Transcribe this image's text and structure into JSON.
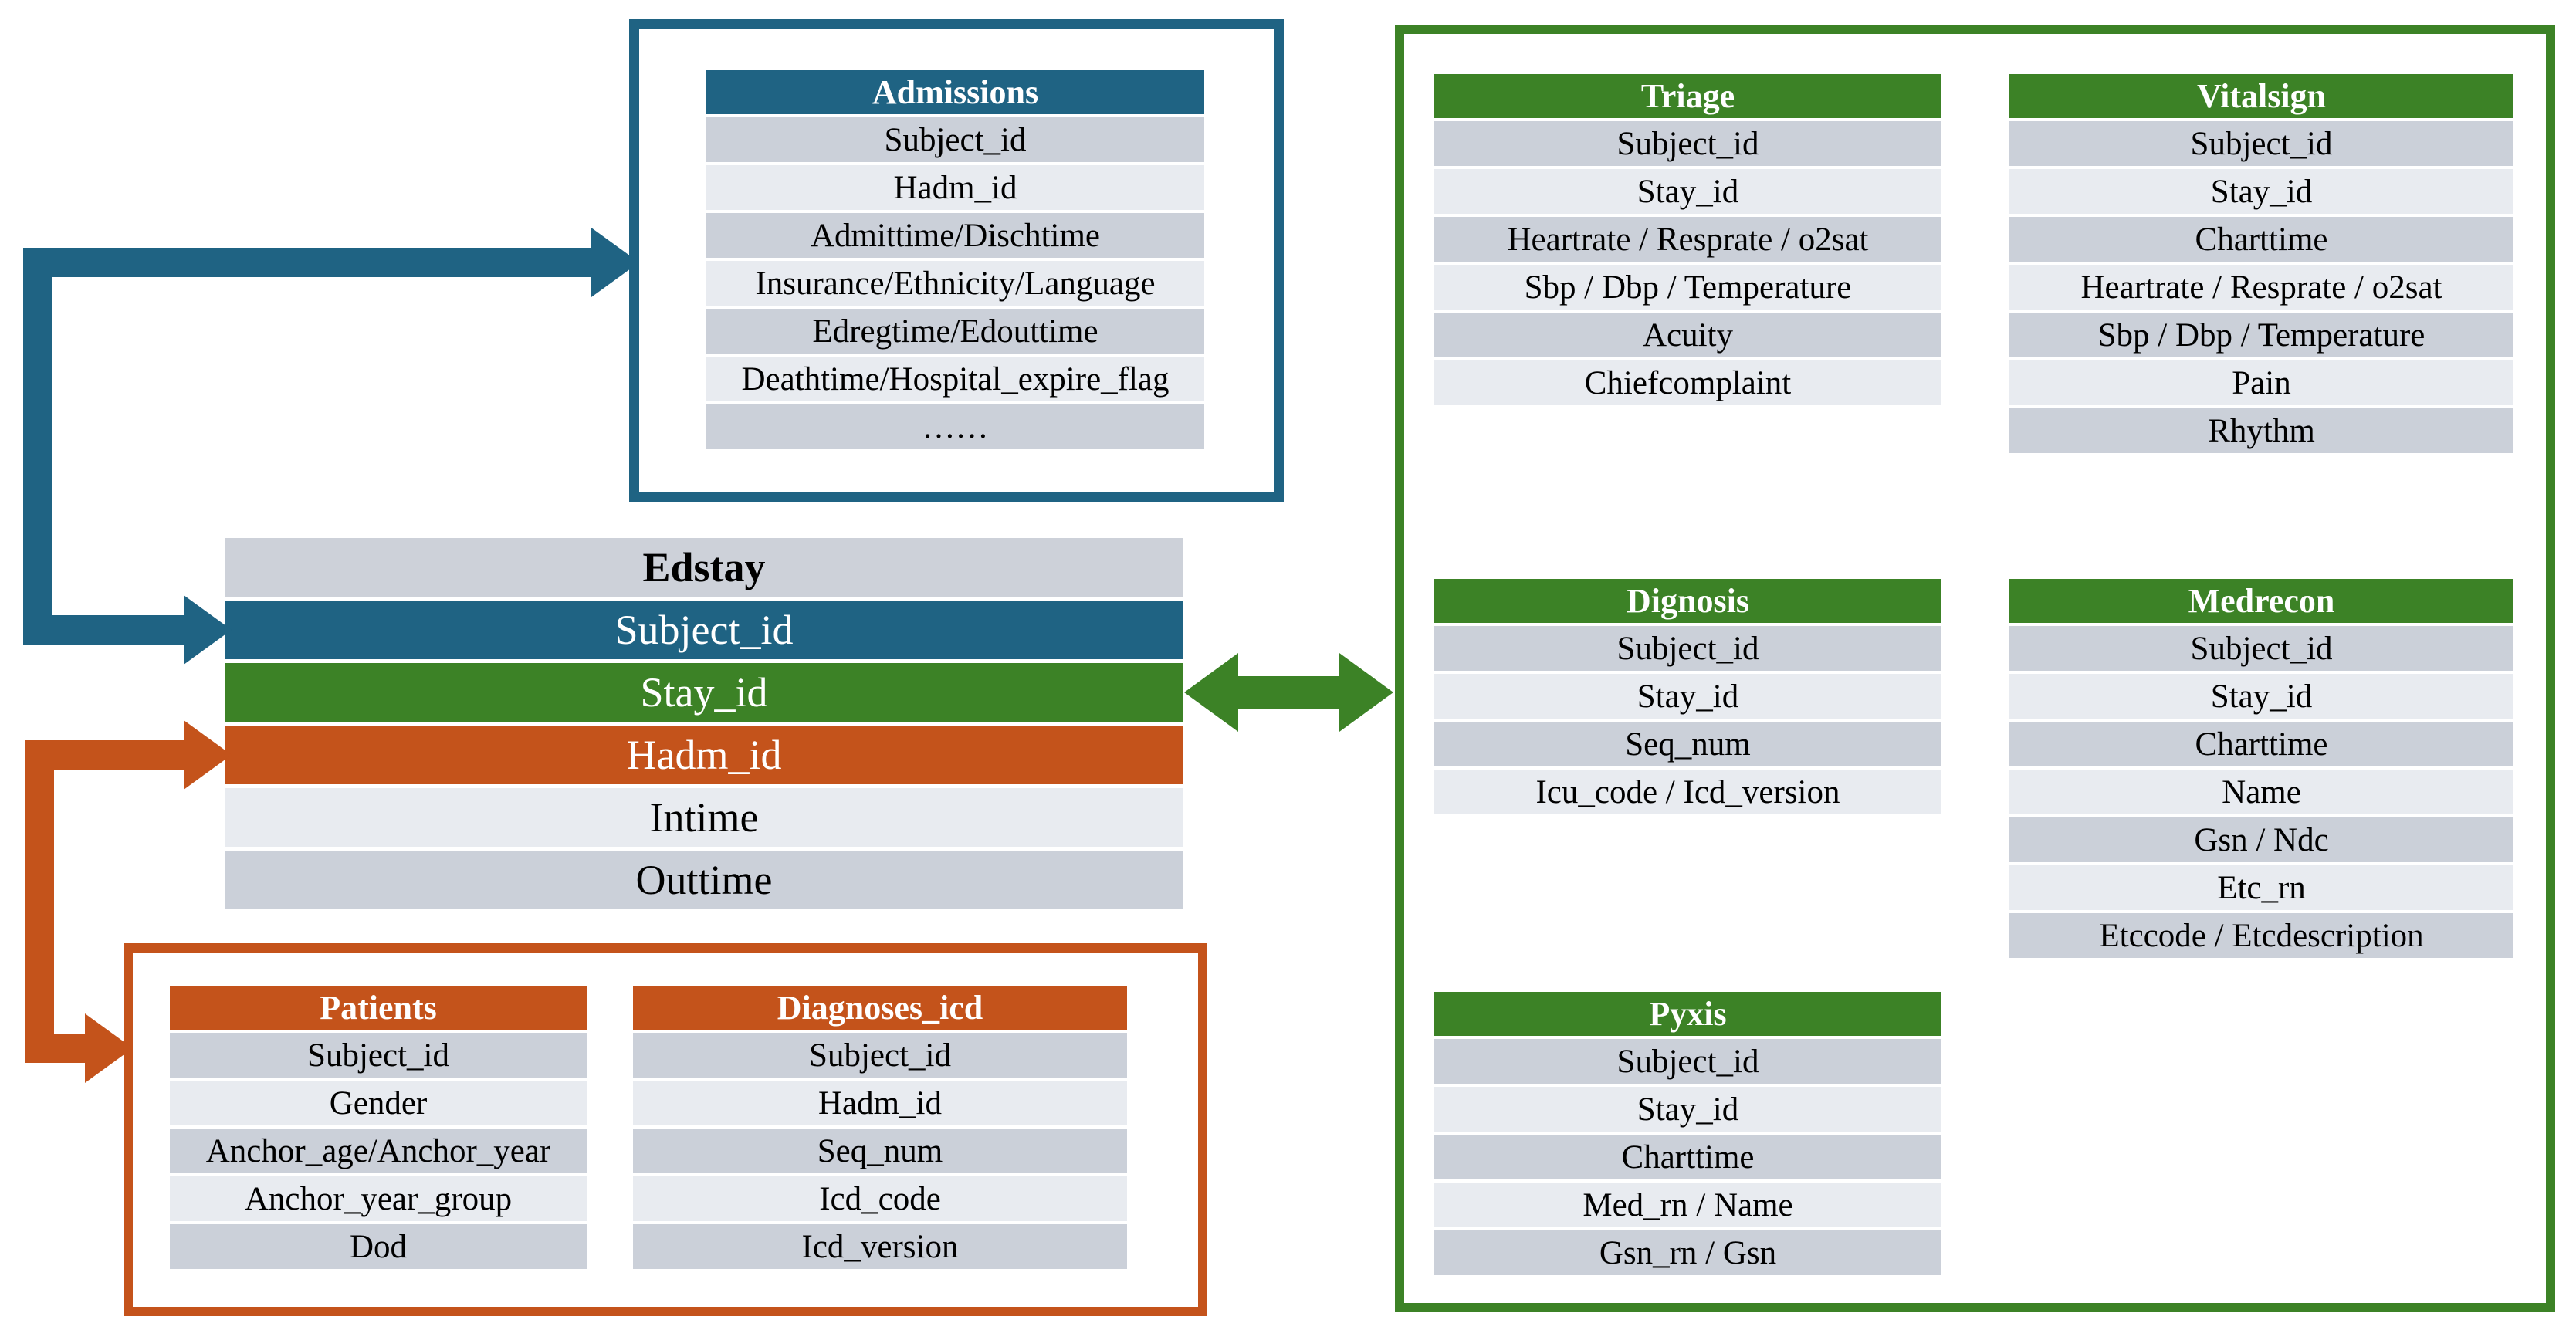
{
  "diagram": {
    "description_colors": {
      "blue_accent": "#1F6383",
      "green_accent": "#3C8226",
      "orange_accent": "#C4531B",
      "row_dark_gray": "#CBD0D9",
      "row_light_gray": "#E8EBF0",
      "edstay_header_gray": "#CDD1D9"
    }
  },
  "tables": {
    "admissions": {
      "title": "Admissions",
      "rows": [
        "Subject_id",
        "Hadm_id",
        "Admittime/Dischtime",
        "Insurance/Ethnicity/Language",
        "Edregtime/Edouttime",
        "Deathtime/Hospital_expire_flag",
        "……"
      ]
    },
    "edstay": {
      "title": "Edstay",
      "rows": [
        "Subject_id",
        "Stay_id",
        "Hadm_id",
        "Intime",
        "Outtime"
      ]
    },
    "patients": {
      "title": "Patients",
      "rows": [
        "Subject_id",
        "Gender",
        "Anchor_age/Anchor_year",
        "Anchor_year_group",
        "Dod"
      ]
    },
    "diagnoses_icd": {
      "title": "Diagnoses_icd",
      "rows": [
        "Subject_id",
        "Hadm_id",
        "Seq_num",
        "Icd_code",
        "Icd_version"
      ]
    },
    "triage": {
      "title": "Triage",
      "rows": [
        "Subject_id",
        "Stay_id",
        "Heartrate / Resprate / o2sat",
        "Sbp / Dbp / Temperature",
        "Acuity",
        "Chiefcomplaint"
      ]
    },
    "vitalsign": {
      "title": "Vitalsign",
      "rows": [
        "Subject_id",
        "Stay_id",
        "Charttime",
        "Heartrate / Resprate / o2sat",
        "Sbp / Dbp / Temperature",
        "Pain",
        "Rhythm"
      ]
    },
    "dignosis": {
      "title": "Dignosis",
      "rows": [
        "Subject_id",
        "Stay_id",
        "Seq_num",
        "Icu_code / Icd_version"
      ]
    },
    "medrecon": {
      "title": "Medrecon",
      "rows": [
        "Subject_id",
        "Stay_id",
        "Charttime",
        "Name",
        "Gsn / Ndc",
        "Etc_rn",
        "Etccode / Etcdescription"
      ]
    },
    "pyxis": {
      "title": "Pyxis",
      "rows": [
        "Subject_id",
        "Stay_id",
        "Charttime",
        "Med_rn / Name",
        "Gsn_rn / Gsn"
      ]
    }
  }
}
